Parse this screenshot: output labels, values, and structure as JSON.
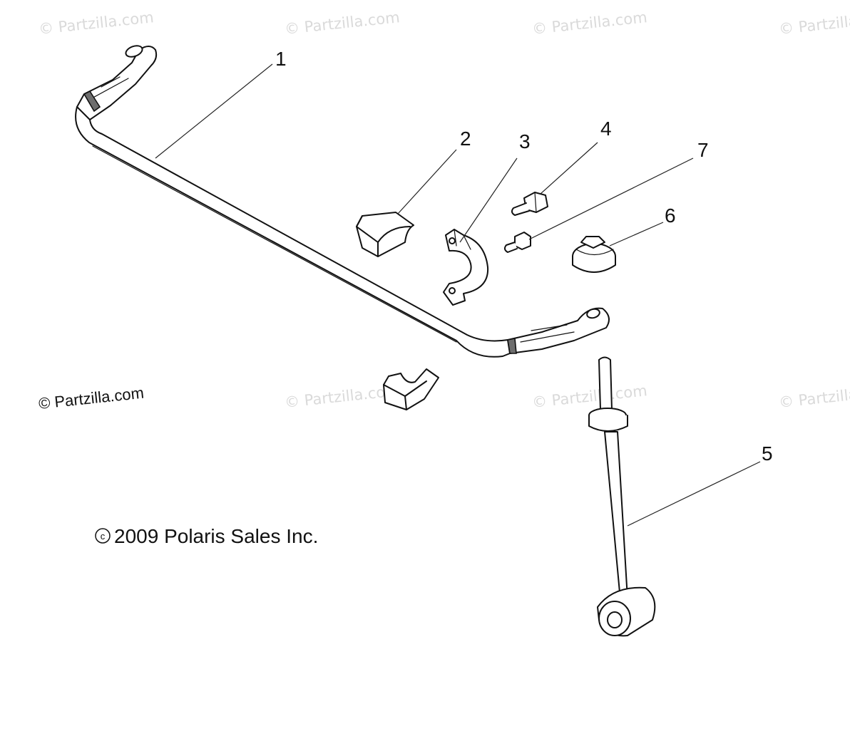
{
  "watermark_text": "© Partzilla.com",
  "copyright_partzilla": "© Partzilla.com",
  "copyright_polaris": "2009 Polaris Sales Inc.",
  "copyright_symbol": "c",
  "callouts": {
    "c1": "1",
    "c2": "2",
    "c3": "3",
    "c4": "4",
    "c5": "5",
    "c6": "6",
    "c7": "7"
  }
}
